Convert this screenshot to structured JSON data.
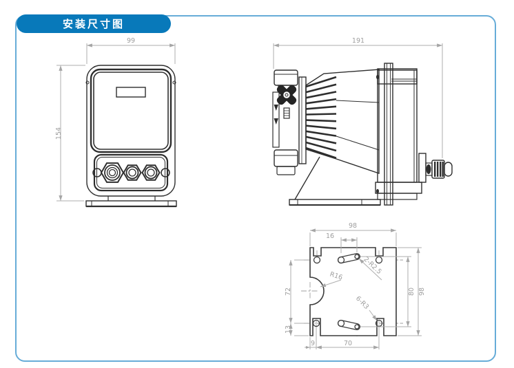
{
  "header": {
    "title": "安装尺寸图"
  },
  "front_view": {
    "width_mm": "99",
    "height_mm": "154"
  },
  "side_view": {
    "depth_mm": "191"
  },
  "mounting_plate": {
    "overall_width_mm": "98",
    "slot_span_mm": "16",
    "hole_row_spacing_mm": "72",
    "bottom_edge_offset_mm": "13",
    "side_hole_offset_mm": "9",
    "bottom_hole_spacing_mm": "70",
    "slot_row_spacing_mm": "80",
    "overall_height_mm": "98",
    "cutout_radius_label": "R16",
    "slot_radius_label": "2-R2.5",
    "hole_radius_label": "6-R3"
  },
  "colors": {
    "accent_blue": "#0879ba",
    "frame_blue": "#66acd8",
    "outline_dark": "#2e2e2e",
    "dimension_gray": "#aeaeae"
  }
}
